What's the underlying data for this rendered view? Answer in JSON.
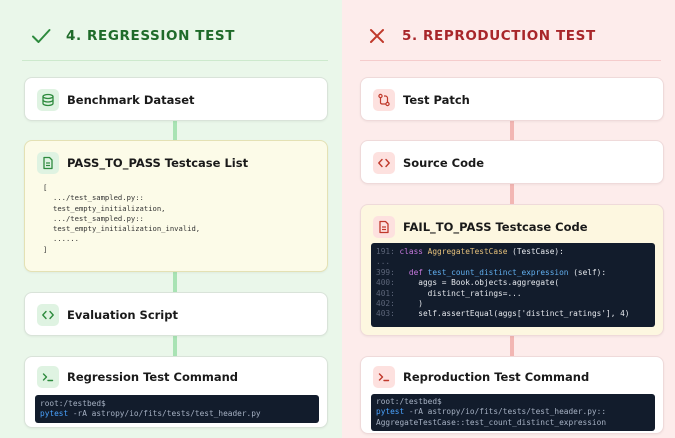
{
  "left": {
    "title": "4. REGRESSION TEST",
    "cards": {
      "dataset": "Benchmark Dataset",
      "testcase_list": "PASS_TO_PASS Testcase List",
      "eval_script": "Evaluation Script",
      "command": "Regression Test Command"
    },
    "testcase_lines": [
      "[",
      ".../test_sampled.py::",
      "test_empty_initialization,",
      ".../test_sampled.py::",
      "test_empty_initialization_invalid,",
      "......",
      "]"
    ],
    "command_lines": {
      "prompt": "root:/testbed$",
      "cmd": "pytest",
      "args": " -rA astropy/io/fits/tests/test_header.py"
    }
  },
  "right": {
    "title": "5. REPRODUCTION TEST",
    "cards": {
      "patch": "Test Patch",
      "source": "Source Code",
      "fail_code": "FAIL_TO_PASS Testcase Code",
      "command": "Reproduction Test Command"
    },
    "code": {
      "l1_no": "191:",
      "l1_kw": "class",
      "l1_cls": " AggregateTestCase",
      "l1_rest": " (TestCase):",
      "l2": "...",
      "l3_no": "399:",
      "l3_kw": "def",
      "l3_fn": " test_count_distinct_expression",
      "l3_rest": " (self):",
      "l4_no": "400:",
      "l4_rest": "aggs = Book.objects.aggregate(",
      "l5_no": "401:",
      "l5_rest": "distinct_ratings=...",
      "l6_no": "402:",
      "l6_rest": ")",
      "l7_no": "403:",
      "l7_rest": "self.assertEqual(aggs['distinct_ratings'], 4)"
    },
    "command_lines": {
      "prompt": "root:/testbed$",
      "cmd": "pytest",
      "args": " -rA astropy/io/fits/tests/test_header.py::",
      "args2": "AggregateTestCase::test_count_distinct_expression"
    }
  },
  "colors": {
    "left_accent": "#1f6b2a",
    "right_accent": "#a8262a",
    "left_bg": "#eaf7ea",
    "right_bg": "#fdeceb"
  }
}
